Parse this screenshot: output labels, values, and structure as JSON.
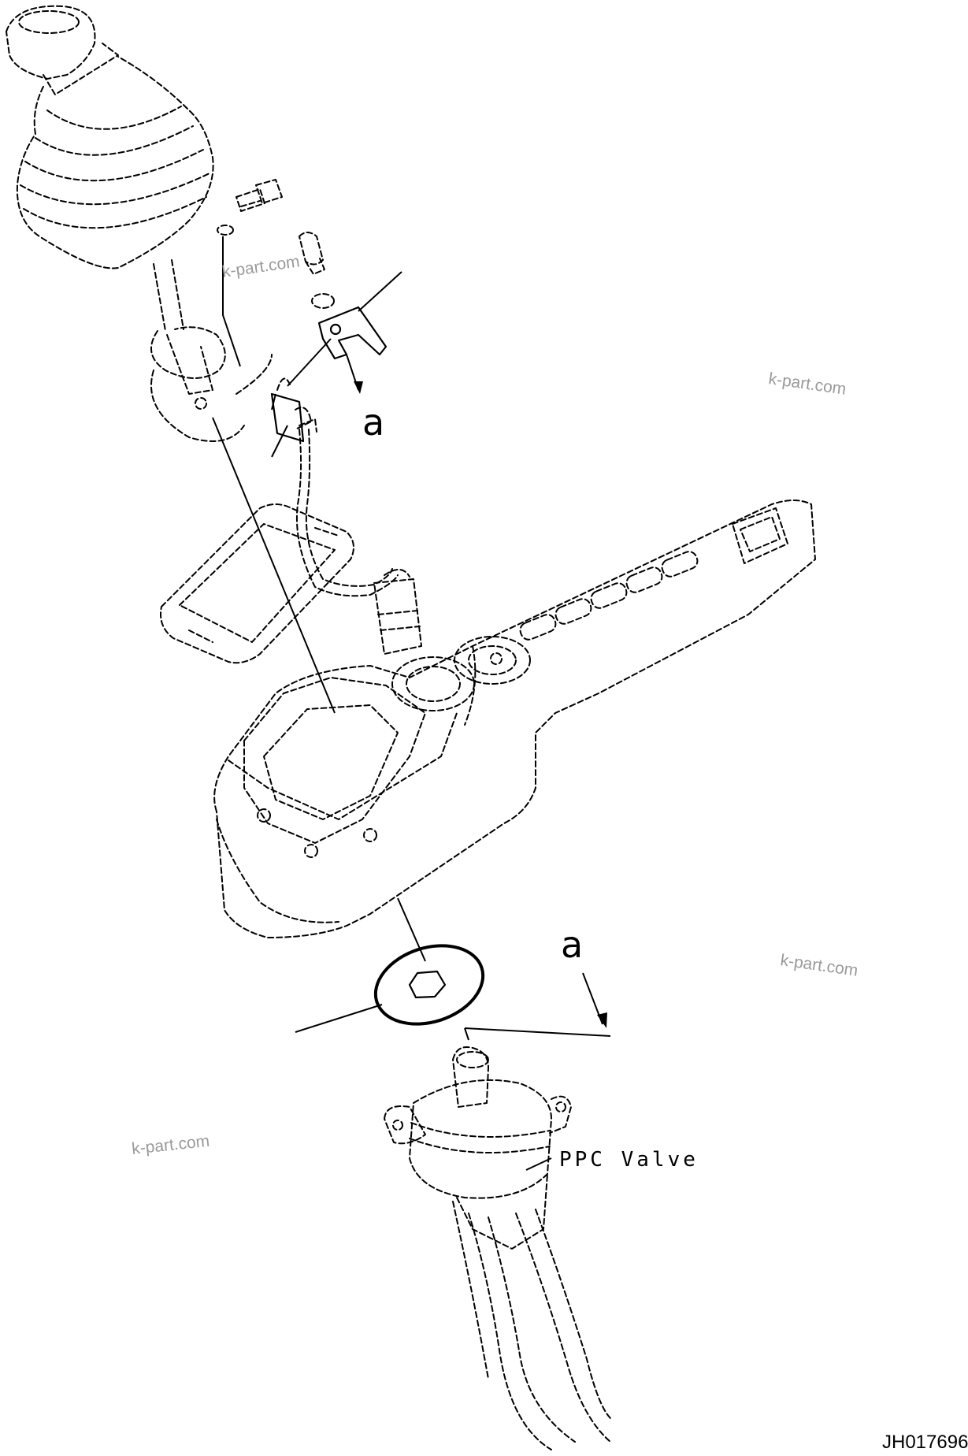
{
  "diagram": {
    "callouts": {
      "view_a_upper": "a",
      "view_a_lower": "a"
    },
    "labels": {
      "ppc_valve": "PPC Valve"
    },
    "watermarks": [
      "k-part.com",
      "k-part.com",
      "k-part.com",
      "k-part.com"
    ],
    "drawing_code": "JH017696"
  }
}
